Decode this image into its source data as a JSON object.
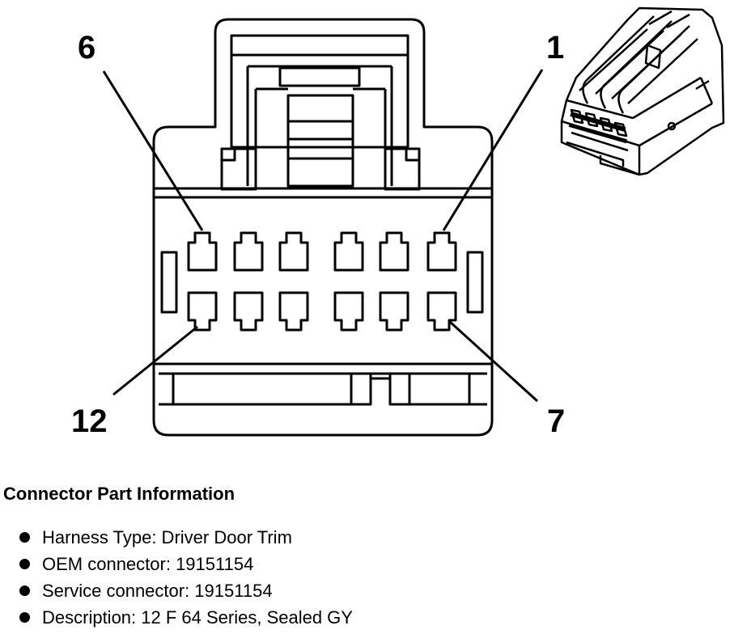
{
  "diagram": {
    "pin_labels": {
      "pin_6": "6",
      "pin_1": "1",
      "pin_12": "12",
      "pin_7": "7"
    }
  },
  "info": {
    "title": "Connector Part Information",
    "items": [
      "Harness Type: Driver Door Trim",
      "OEM connector: 19151154",
      "Service connector: 19151154",
      "Description: 12 F 64 Series, Sealed GY"
    ]
  }
}
